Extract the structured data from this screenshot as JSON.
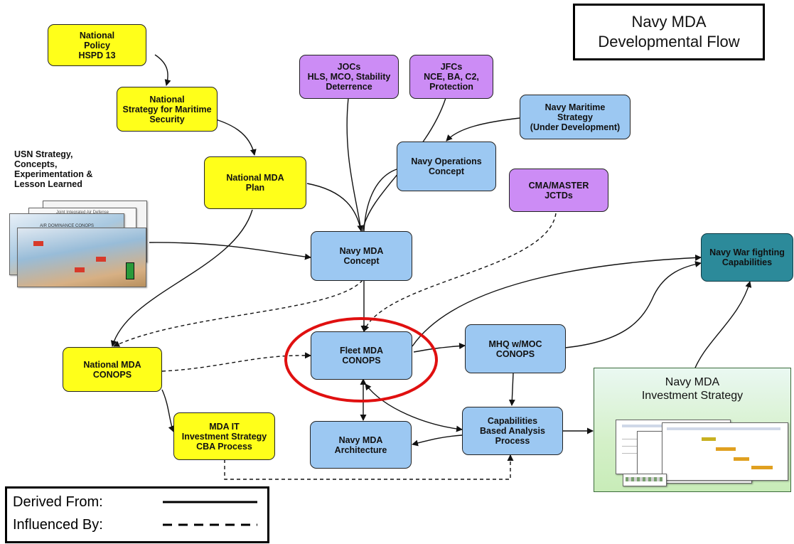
{
  "title": "Navy MDA\nDevelopmental Flow",
  "side_label": "USN Strategy,\nConcepts,\nExperimentation &\nLesson Learned",
  "thumbnail_doc_titles": [
    "AIR DOMINANCE CONOPS",
    "Joint Integrated Air Defense"
  ],
  "nodes": {
    "national_policy": "National\nPolicy\nHSPD 13",
    "national_strategy": "National\nStrategy for Maritime\nSecurity",
    "national_mda_plan": "National MDA\nPlan",
    "jocs": "JOCs\nHLS, MCO, Stability\nDeterrence",
    "jfcs": "JFCs\nNCE, BA, C2,\nProtection",
    "navy_maritime_strategy": "Navy Maritime\nStrategy\n(Under Development)",
    "navy_operations_concept": "Navy Operations\nConcept",
    "cma_master": "CMA/MASTER\nJCTDs",
    "navy_mda_concept": "Navy MDA\nConcept",
    "navy_warfighting": "Navy War fighting\nCapabilities",
    "national_mda_conops": "National MDA\nCONOPS",
    "fleet_mda_conops": "Fleet MDA\nCONOPS",
    "mhq_moc_conops": "MHQ w/MOC\nCONOPS",
    "mda_it_investment": "MDA IT\nInvestment Strategy\nCBA Process",
    "navy_mda_architecture": "Navy MDA\nArchitecture",
    "capabilities_analysis": "Capabilities\nBased Analysis\nProcess"
  },
  "investment_strategy_title": "Navy MDA\nInvestment Strategy",
  "legend": {
    "derived_label": "Derived From:",
    "influenced_label": "Influenced By:"
  },
  "colors": {
    "national": "#ffff1a",
    "navy": "#9cc8f2",
    "joint": "#cc8cf5",
    "warfighting": "#2c8a9a",
    "highlight": "#e01010"
  }
}
